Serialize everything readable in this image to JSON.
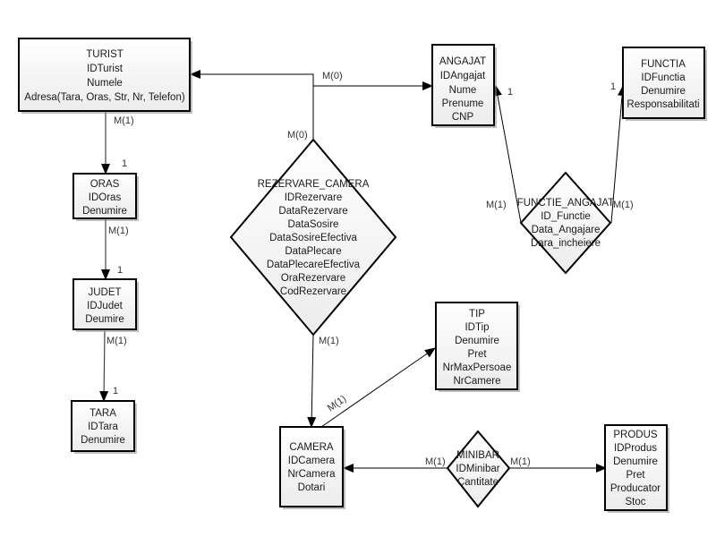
{
  "diagram": {
    "type": "entity-relationship",
    "entities": {
      "turist": {
        "title": "TURIST",
        "attributes": [
          "IDTurist",
          "Numele",
          "Adresa(Tara, Oras, Str, Nr, Telefon)"
        ]
      },
      "angajat": {
        "title": "ANGAJAT",
        "attributes": [
          "IDAngajat",
          "Nume",
          "Prenume",
          "CNP"
        ]
      },
      "functia": {
        "title": "FUNCTIA",
        "attributes": [
          "IDFunctia",
          "Denumire",
          "Responsabilitati"
        ]
      },
      "oras": {
        "title": "ORAS",
        "attributes": [
          "IDOras",
          "Denumire"
        ]
      },
      "judet": {
        "title": "JUDET",
        "attributes": [
          "IDJudet",
          "Deumire"
        ]
      },
      "tara": {
        "title": "TARA",
        "attributes": [
          "IDTara",
          "Denumire"
        ]
      },
      "tip": {
        "title": "TIP",
        "attributes": [
          "IDTip",
          "Denumire",
          "Pret",
          "NrMaxPersoae",
          "NrCamere"
        ]
      },
      "camera": {
        "title": "CAMERA",
        "attributes": [
          "IDCamera",
          "NrCamera",
          "Dotari"
        ]
      },
      "produs": {
        "title": "PRODUS",
        "attributes": [
          "IDProdus",
          "Denumire",
          "Pret",
          "Producator",
          "Stoc"
        ]
      }
    },
    "relationships": {
      "rezervare_camera": {
        "title": "REZERVARE_CAMERA",
        "attributes": [
          "IDRezervare",
          "DataRezervare",
          "DataSosire",
          "DataSosireEfectiva",
          "DataPlecare",
          "DataPlecareEfectiva",
          "OraRezervare",
          "CodRezervare"
        ]
      },
      "functie_angajat": {
        "title": "FUNCTIE_ANGAJAT",
        "attributes": [
          "ID_Functie",
          "Data_Angajare",
          "Dara_incheiere"
        ]
      },
      "minibar": {
        "title": "MINIBAR",
        "attributes": [
          "IDMinibar",
          "Cantitate"
        ]
      }
    },
    "cardinalities": {
      "turist_oras_many": "M(1)",
      "turist_oras_one": "1",
      "oras_judet_many": "M(1)",
      "oras_judet_one": "1",
      "judet_tara_many": "M(1)",
      "judet_tara_one": "1",
      "rezervare_turist": "M(0)",
      "rezervare_top": "M(0)",
      "rezervare_camera": "M(1)",
      "camera_tip": "M(1)",
      "functie_angajat_left": "M(1)",
      "functie_angajat_right": "M(1)",
      "angajat_one": "1",
      "functia_one": "1",
      "minibar_camera": "M(1)",
      "minibar_produs": "M(1)"
    }
  }
}
